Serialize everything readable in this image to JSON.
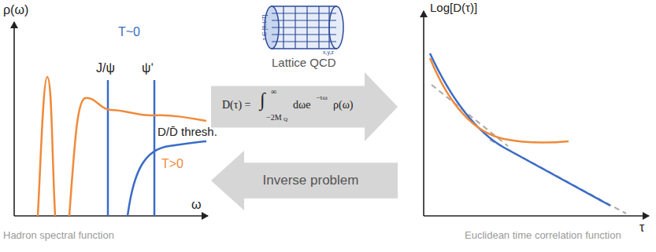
{
  "diagram": {
    "nodes": [
      {
        "text": [
          "D(τ) =",
          "∫",
          "∞",
          "−2M",
          "Q",
          "dωe",
          "−τω",
          "ρ(ω)"
        ]
      },
      {
        "text": [
          "Inverse problem"
        ]
      }
    ],
    "labels": [
      "ρ(ω)",
      "T~0",
      "J/ψ",
      "ψ‘",
      "D/D̄ thresh.",
      "T>0",
      "ω",
      "Hadron spectral function",
      "τ ∈ [0,1/T]",
      "x,y,z",
      "Lattice QCD",
      "Log[D(τ)]",
      "τ",
      "Euclidean time correlation function"
    ]
  }
}
